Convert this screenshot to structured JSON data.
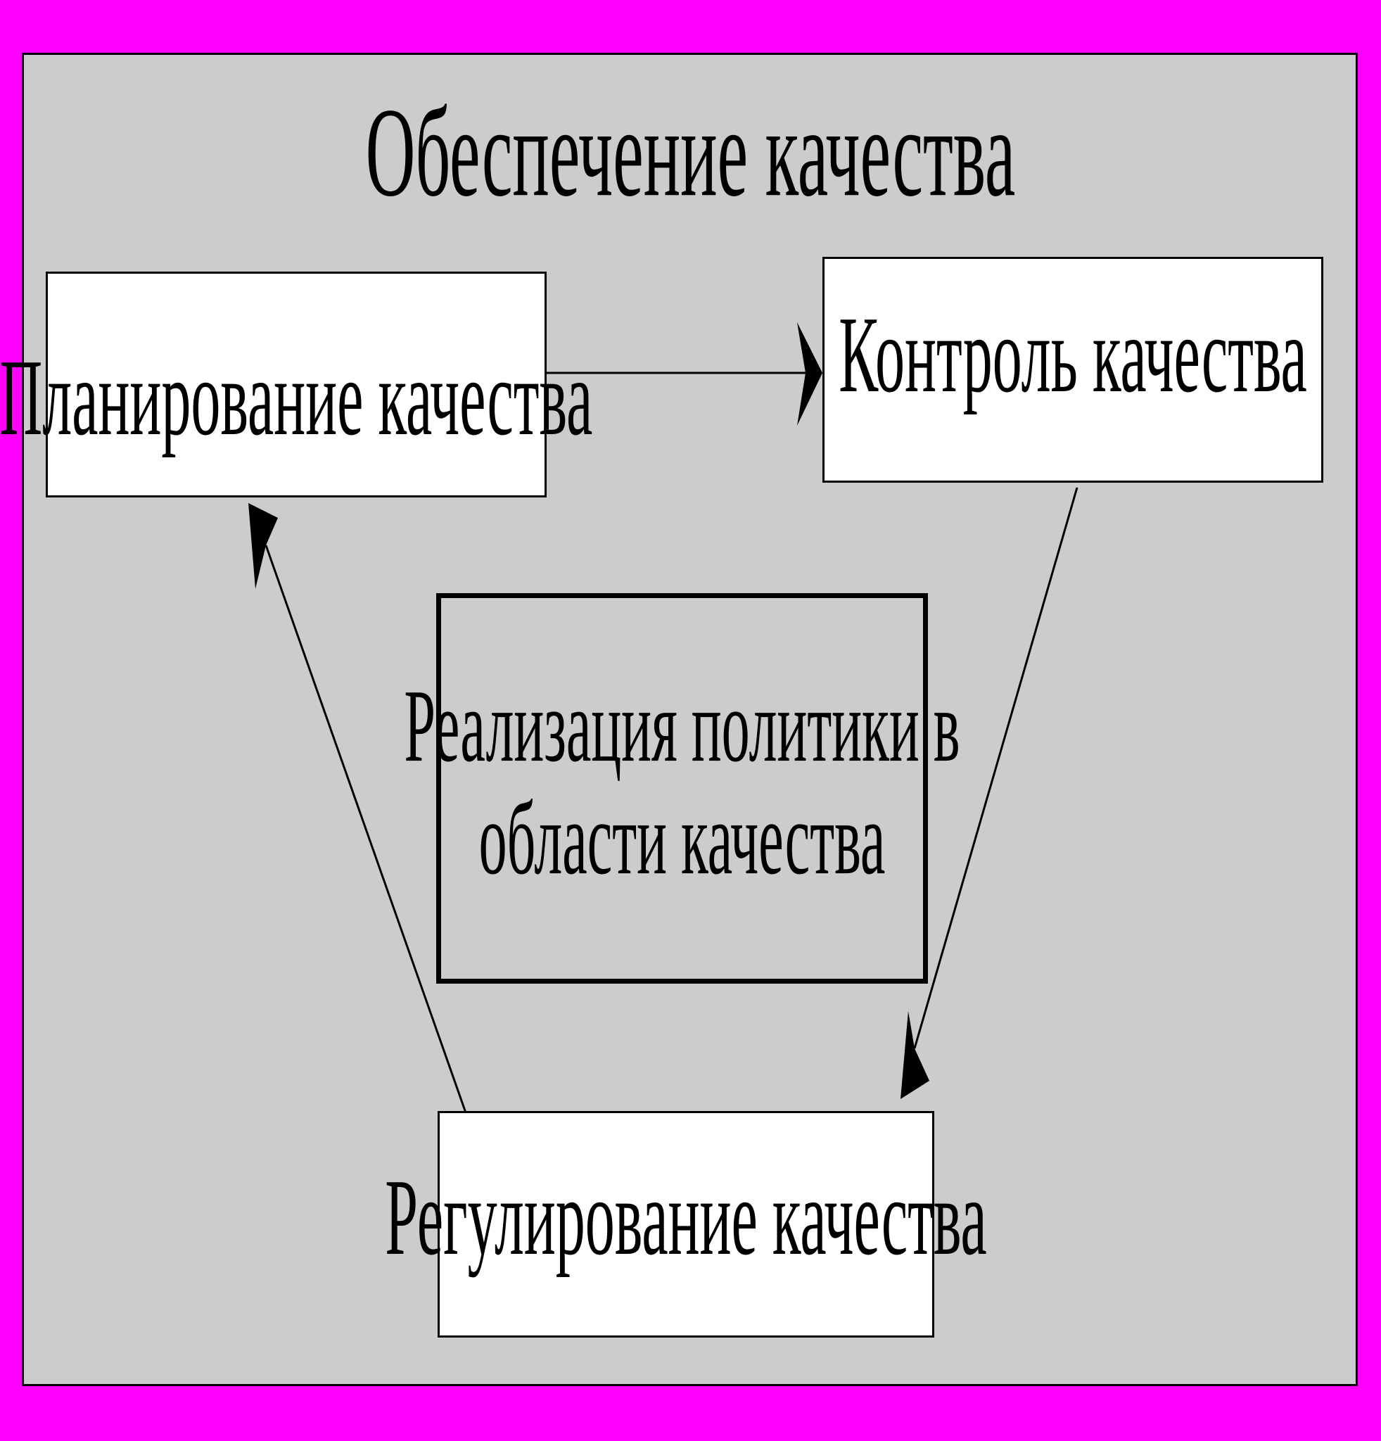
{
  "diagram": {
    "title": "Обеспечение качества",
    "nodes": {
      "planning": "Планирование качества",
      "control": "Контроль качества",
      "regulation": "Регулирование качества",
      "policy": [
        "Реализация политики в",
        "области качества"
      ]
    },
    "edges": [
      {
        "from": "planning",
        "to": "control"
      },
      {
        "from": "control",
        "to": "regulation"
      },
      {
        "from": "regulation",
        "to": "planning"
      }
    ]
  },
  "colors": {
    "frame": "#ff00ff",
    "panel": "#cccccc",
    "box": "#ffffff",
    "line": "#000000"
  }
}
